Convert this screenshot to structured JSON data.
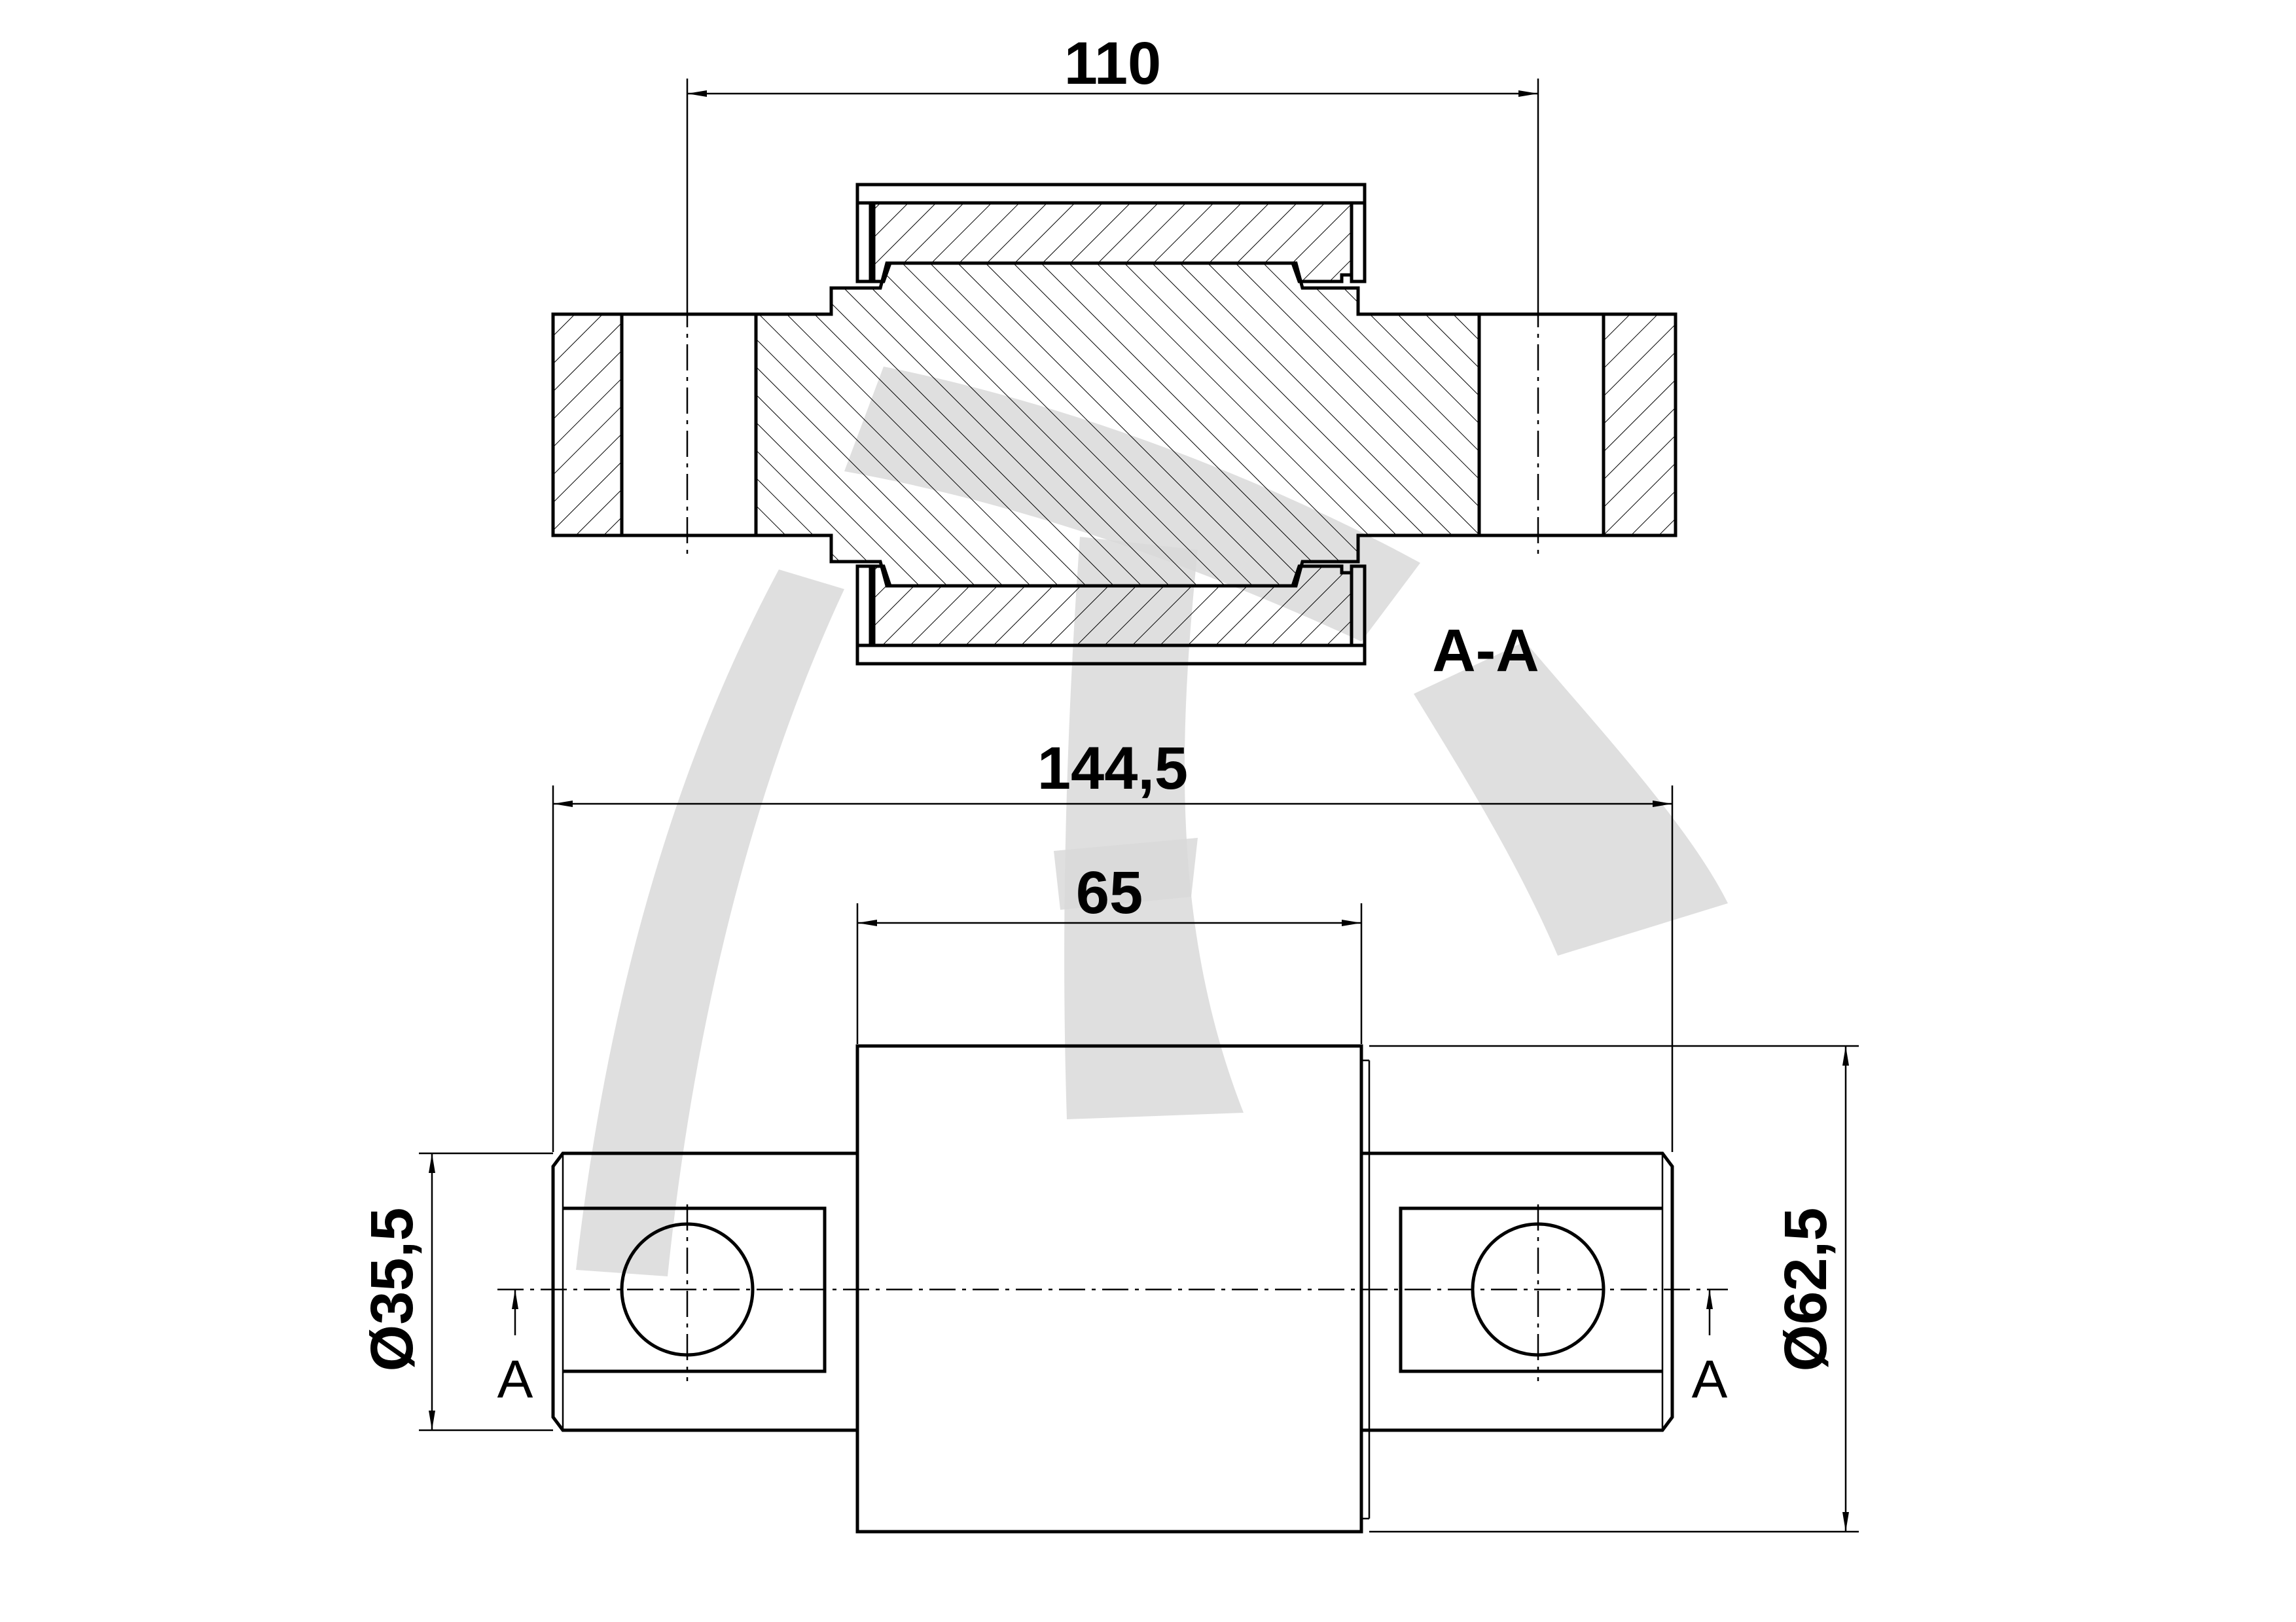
{
  "section_view": {
    "section_label": "A-A",
    "dim_eye_distance": "110"
  },
  "side_view": {
    "dim_overall_length": "144,5",
    "dim_bushing_length": "65",
    "dim_pin_diameter": "Ø35,5",
    "dim_bushing_diameter": "Ø62,5",
    "cut_marker_left": "A",
    "cut_marker_right": "A"
  },
  "watermark": {
    "color": "#d9d9d9"
  }
}
